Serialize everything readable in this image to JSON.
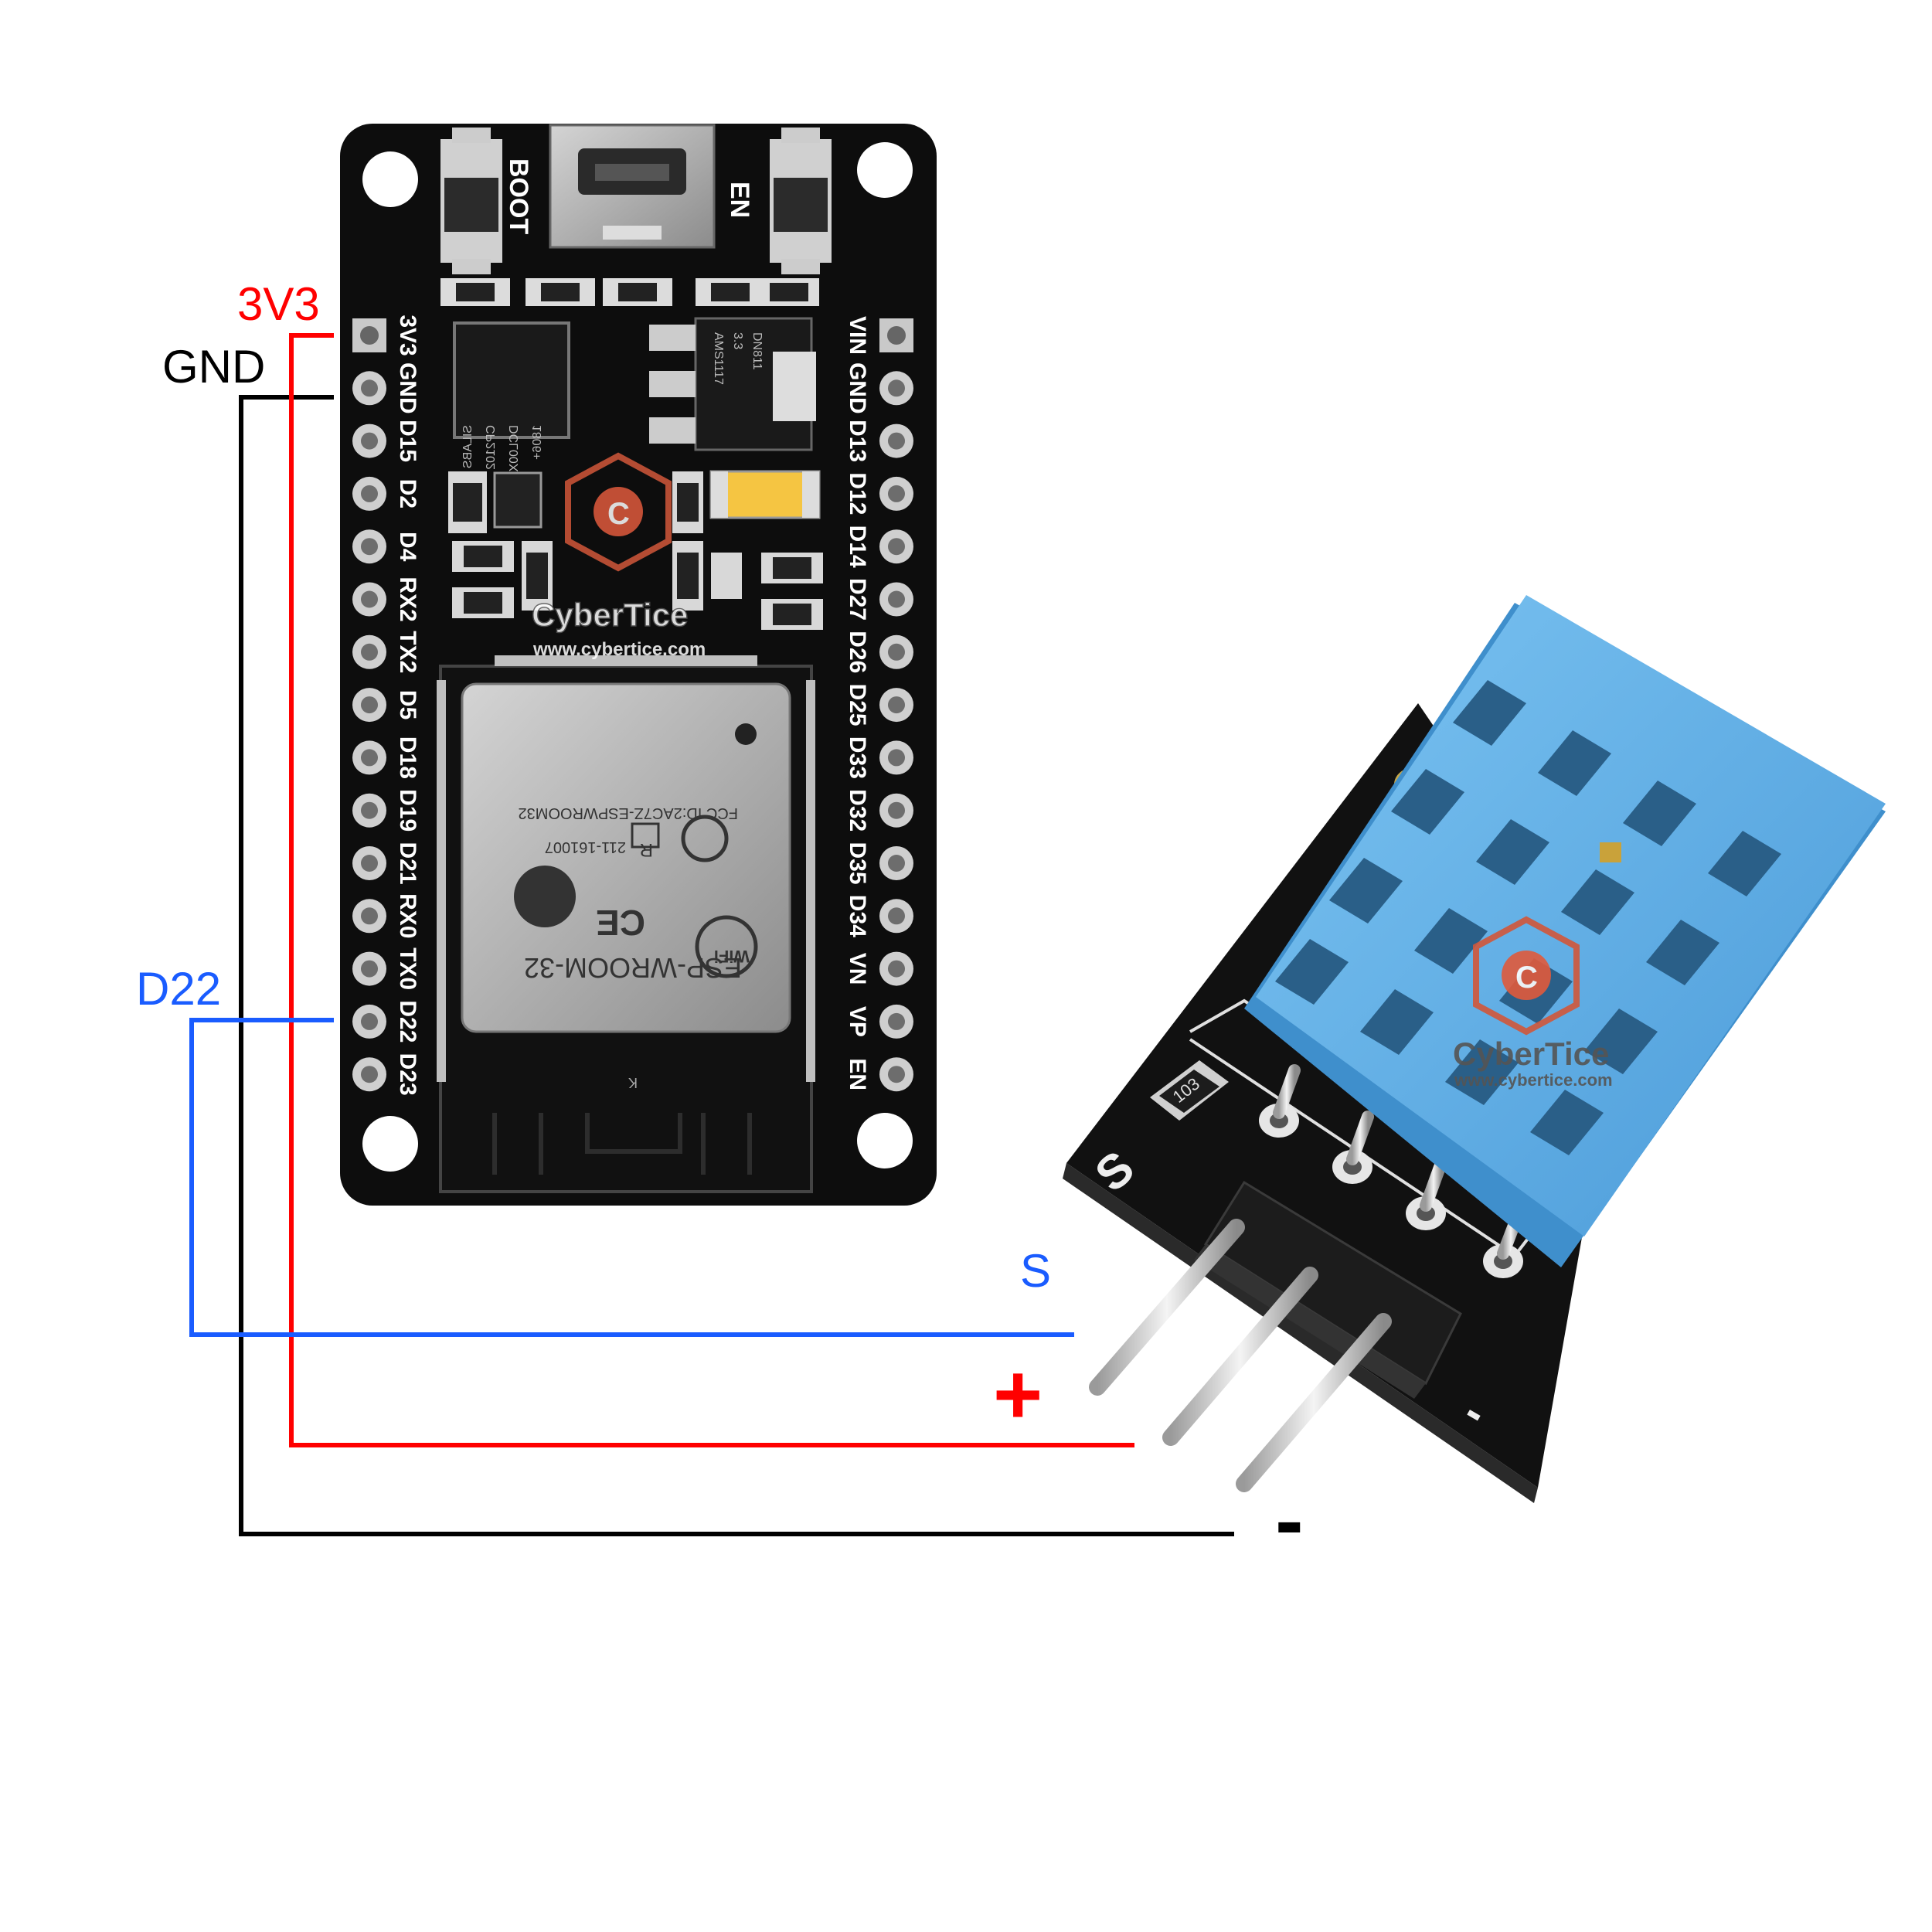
{
  "wire_labels": {
    "v3": "3V3",
    "gnd": "GND",
    "d22": "D22",
    "s": "S",
    "plus": "+",
    "minus": "-"
  },
  "board": {
    "buttons": {
      "boot": "BOOT",
      "en": "EN"
    },
    "pins_left": [
      "3V3",
      "GND",
      "D15",
      "D2",
      "D4",
      "RX2",
      "TX2",
      "D5",
      "D18",
      "D19",
      "D21",
      "RX0",
      "TX0",
      "D22",
      "D23"
    ],
    "pins_right": [
      "VIN",
      "GND",
      "D13",
      "D12",
      "D14",
      "D27",
      "D26",
      "D25",
      "D33",
      "D32",
      "D35",
      "D34",
      "VN",
      "VP",
      "EN"
    ],
    "chip_usb": [
      "SILABS",
      "CP2102",
      "DCL00X",
      "1806+"
    ],
    "regulator": [
      "AMS1117",
      "3.3",
      "DN811"
    ],
    "module": {
      "fcc": "FCC ID:2AC7Z-ESPWROOM32",
      "cert": "211-161007",
      "name": "ESP-WROOM-32",
      "wifi": "WiFi",
      "r_mark": "R",
      "ce": "CE",
      "k": "K"
    }
  },
  "sensor": {
    "resistor": "103",
    "s_mark": "S",
    "minus_mark": "-"
  },
  "watermark": {
    "brand": "CyberTice",
    "url": "www.cybertice.com",
    "letter": "C"
  },
  "colors": {
    "wire_red": "#ff0000",
    "wire_blue": "#1a5cff",
    "wire_black": "#000000",
    "pcb": "#0b0b0b",
    "sensor_blue": "#5aaee6",
    "watermark": "#d2573a"
  }
}
